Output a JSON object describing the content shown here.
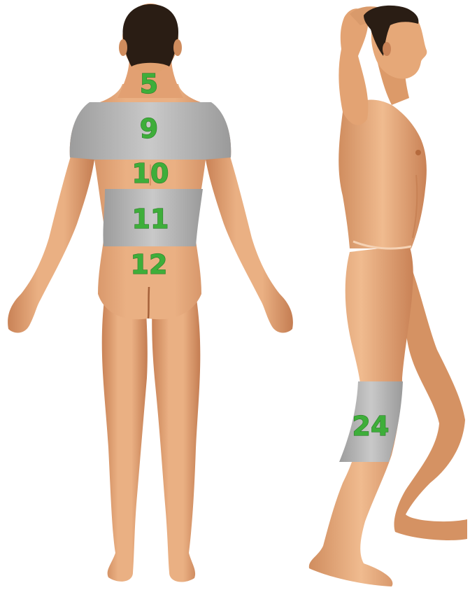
{
  "colors": {
    "skin": "#e8a677",
    "skin_dark": "#c98256",
    "skin_shadow": "#b06c44",
    "hair": "#2a1d14",
    "zone_gray": "#b4b4b4",
    "label_green": "#3eae3a",
    "background": "#ffffff"
  },
  "figures": {
    "back_view": {
      "zones": [
        {
          "id": "5",
          "label": "5"
        },
        {
          "id": "9",
          "label": "9"
        },
        {
          "id": "10",
          "label": "10"
        },
        {
          "id": "11",
          "label": "11"
        },
        {
          "id": "12",
          "label": "12"
        }
      ]
    },
    "side_view": {
      "zones": [
        {
          "id": "24",
          "label": "24"
        }
      ]
    }
  }
}
